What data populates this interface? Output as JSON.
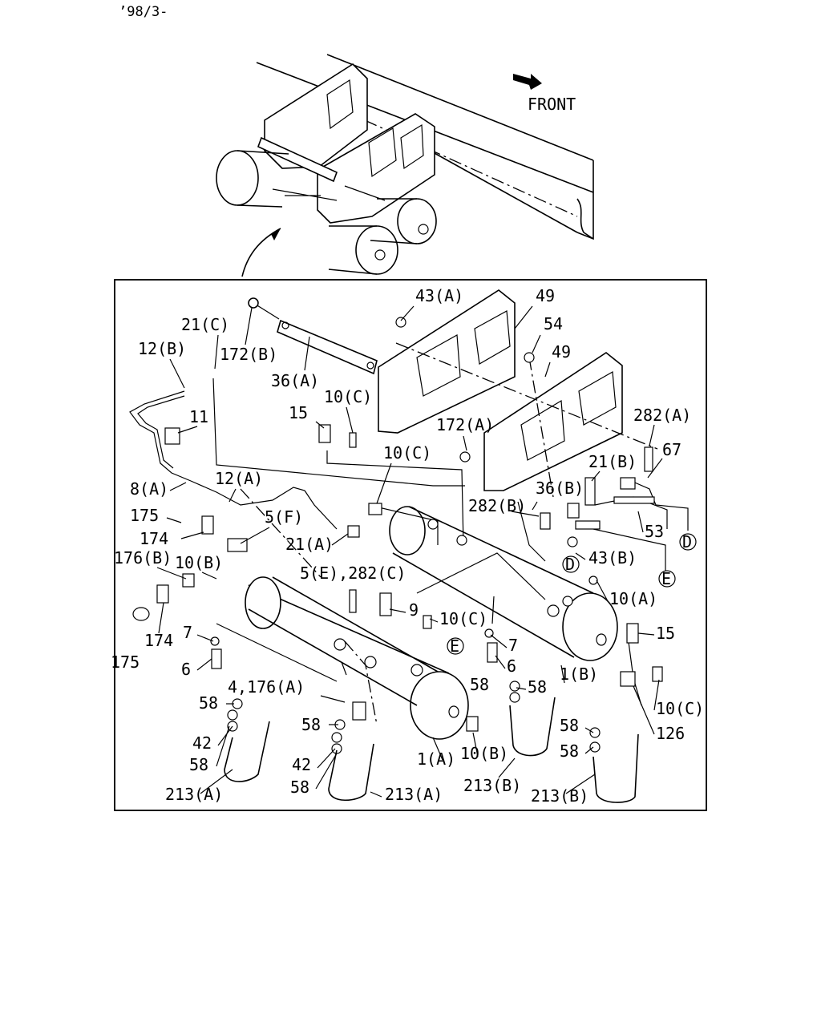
{
  "header": {
    "date_code": "’98/3-"
  },
  "orientation": {
    "front_label": "FRONT",
    "icon": "front-arrow-icon"
  },
  "callouts": {
    "c43A": "43(A)",
    "c49a": "49",
    "c54": "54",
    "c49b": "49",
    "c21C": "21(C)",
    "c12B": "12(B)",
    "c172B": "172(B)",
    "c36A": "36(A)",
    "c10C_a": "10(C)",
    "c15a": "15",
    "c11": "11",
    "c172A": "172(A)",
    "c282A": "282(A)",
    "c67": "67",
    "c10C_b": "10(C)",
    "c21B": "21(B)",
    "c8A": "8(A)",
    "c12A": "12(A)",
    "c36B": "36(B)",
    "c282B": "282(B)",
    "c53": "53",
    "c175a": "175",
    "c5F": "5(F)",
    "c174a": "174",
    "c21A": "21(A)",
    "c43B": "43(B)",
    "c176B": "176(B)",
    "c10B_a": "10(B)",
    "c5E282C": "5(E),282(C)",
    "c10A": "10(A)",
    "c9": "9",
    "c10C_c": "10(C)",
    "c15b": "15",
    "c7a": "7",
    "c174b": "174",
    "c7b": "7",
    "c175b": "175",
    "c6a": "6",
    "c6b": "6",
    "c1B": "1(B)",
    "c4_176A": "4,176(A)",
    "c58a": "58",
    "c58b": "58",
    "c58c": "58",
    "c10C_d": "10(C)",
    "c58d": "58",
    "c126": "126",
    "c42a": "42",
    "c58e": "58",
    "c58f": "58",
    "c58g": "58",
    "c1A": "1(A)",
    "c10B_b": "10(B)",
    "c42b": "42",
    "c58h": "58",
    "c213A_a": "213(A)",
    "c213A_b": "213(A)",
    "c213B_a": "213(B)",
    "c213B_b": "213(B)",
    "c58i": "58"
  },
  "refs": {
    "D_top": "D",
    "D_mid": "D",
    "E_right": "E",
    "E_mid": "E"
  }
}
